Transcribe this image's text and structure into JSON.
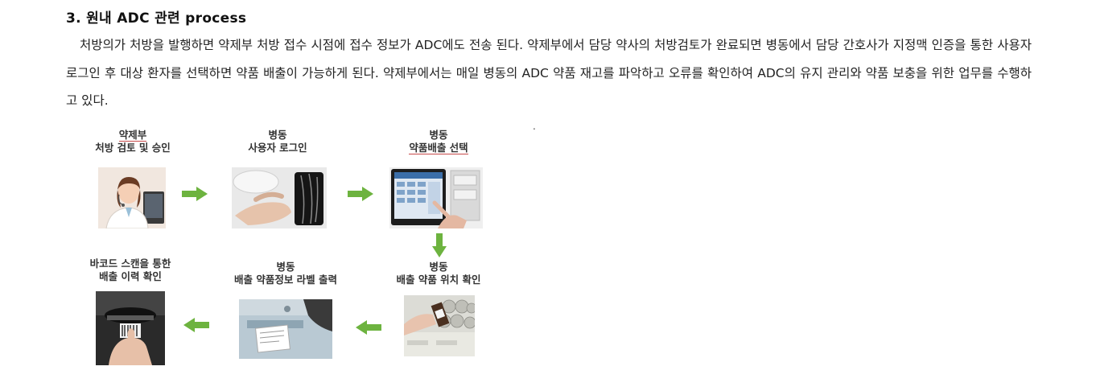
{
  "section": {
    "heading": "3. 원내 ADC 관련 process",
    "paragraph": "처방의가 처방을 발행하면 약제부 처방 접수 시점에 접수 정보가 ADC에도 전송 된다. 약제부에서 담당 약사의 처방검토가 완료되면 병동에서 담당 간호사가 지정맥 인증을 통한 사용자 로그인 후 대상 환자를 선택하면 약품 배출이 가능하게 된다. 약제부에서는 매일 병동의 ADC 약품 재고를 파악하고 오류를 확인하여 ADC의 유지 관리와 약품 보충을 위한 업무를 수행하고 있다.",
    "stray_mark": "."
  },
  "flow": {
    "steps": [
      {
        "line1": "약제부",
        "line2": "처방 검토 및 승인"
      },
      {
        "line1": "병동",
        "line2": "사용자 로그인"
      },
      {
        "line1": "병동",
        "line2": "약품배출 선택"
      },
      {
        "line1": "병동",
        "line2": "배출 약품 위치 확인"
      },
      {
        "line1": "병동",
        "line2": "배출 약품정보 라벨 출력"
      },
      {
        "line1": "바코드 스캔을 통한",
        "line2": "배출 이력 확인"
      }
    ],
    "arrow_color": "#6db33f"
  }
}
